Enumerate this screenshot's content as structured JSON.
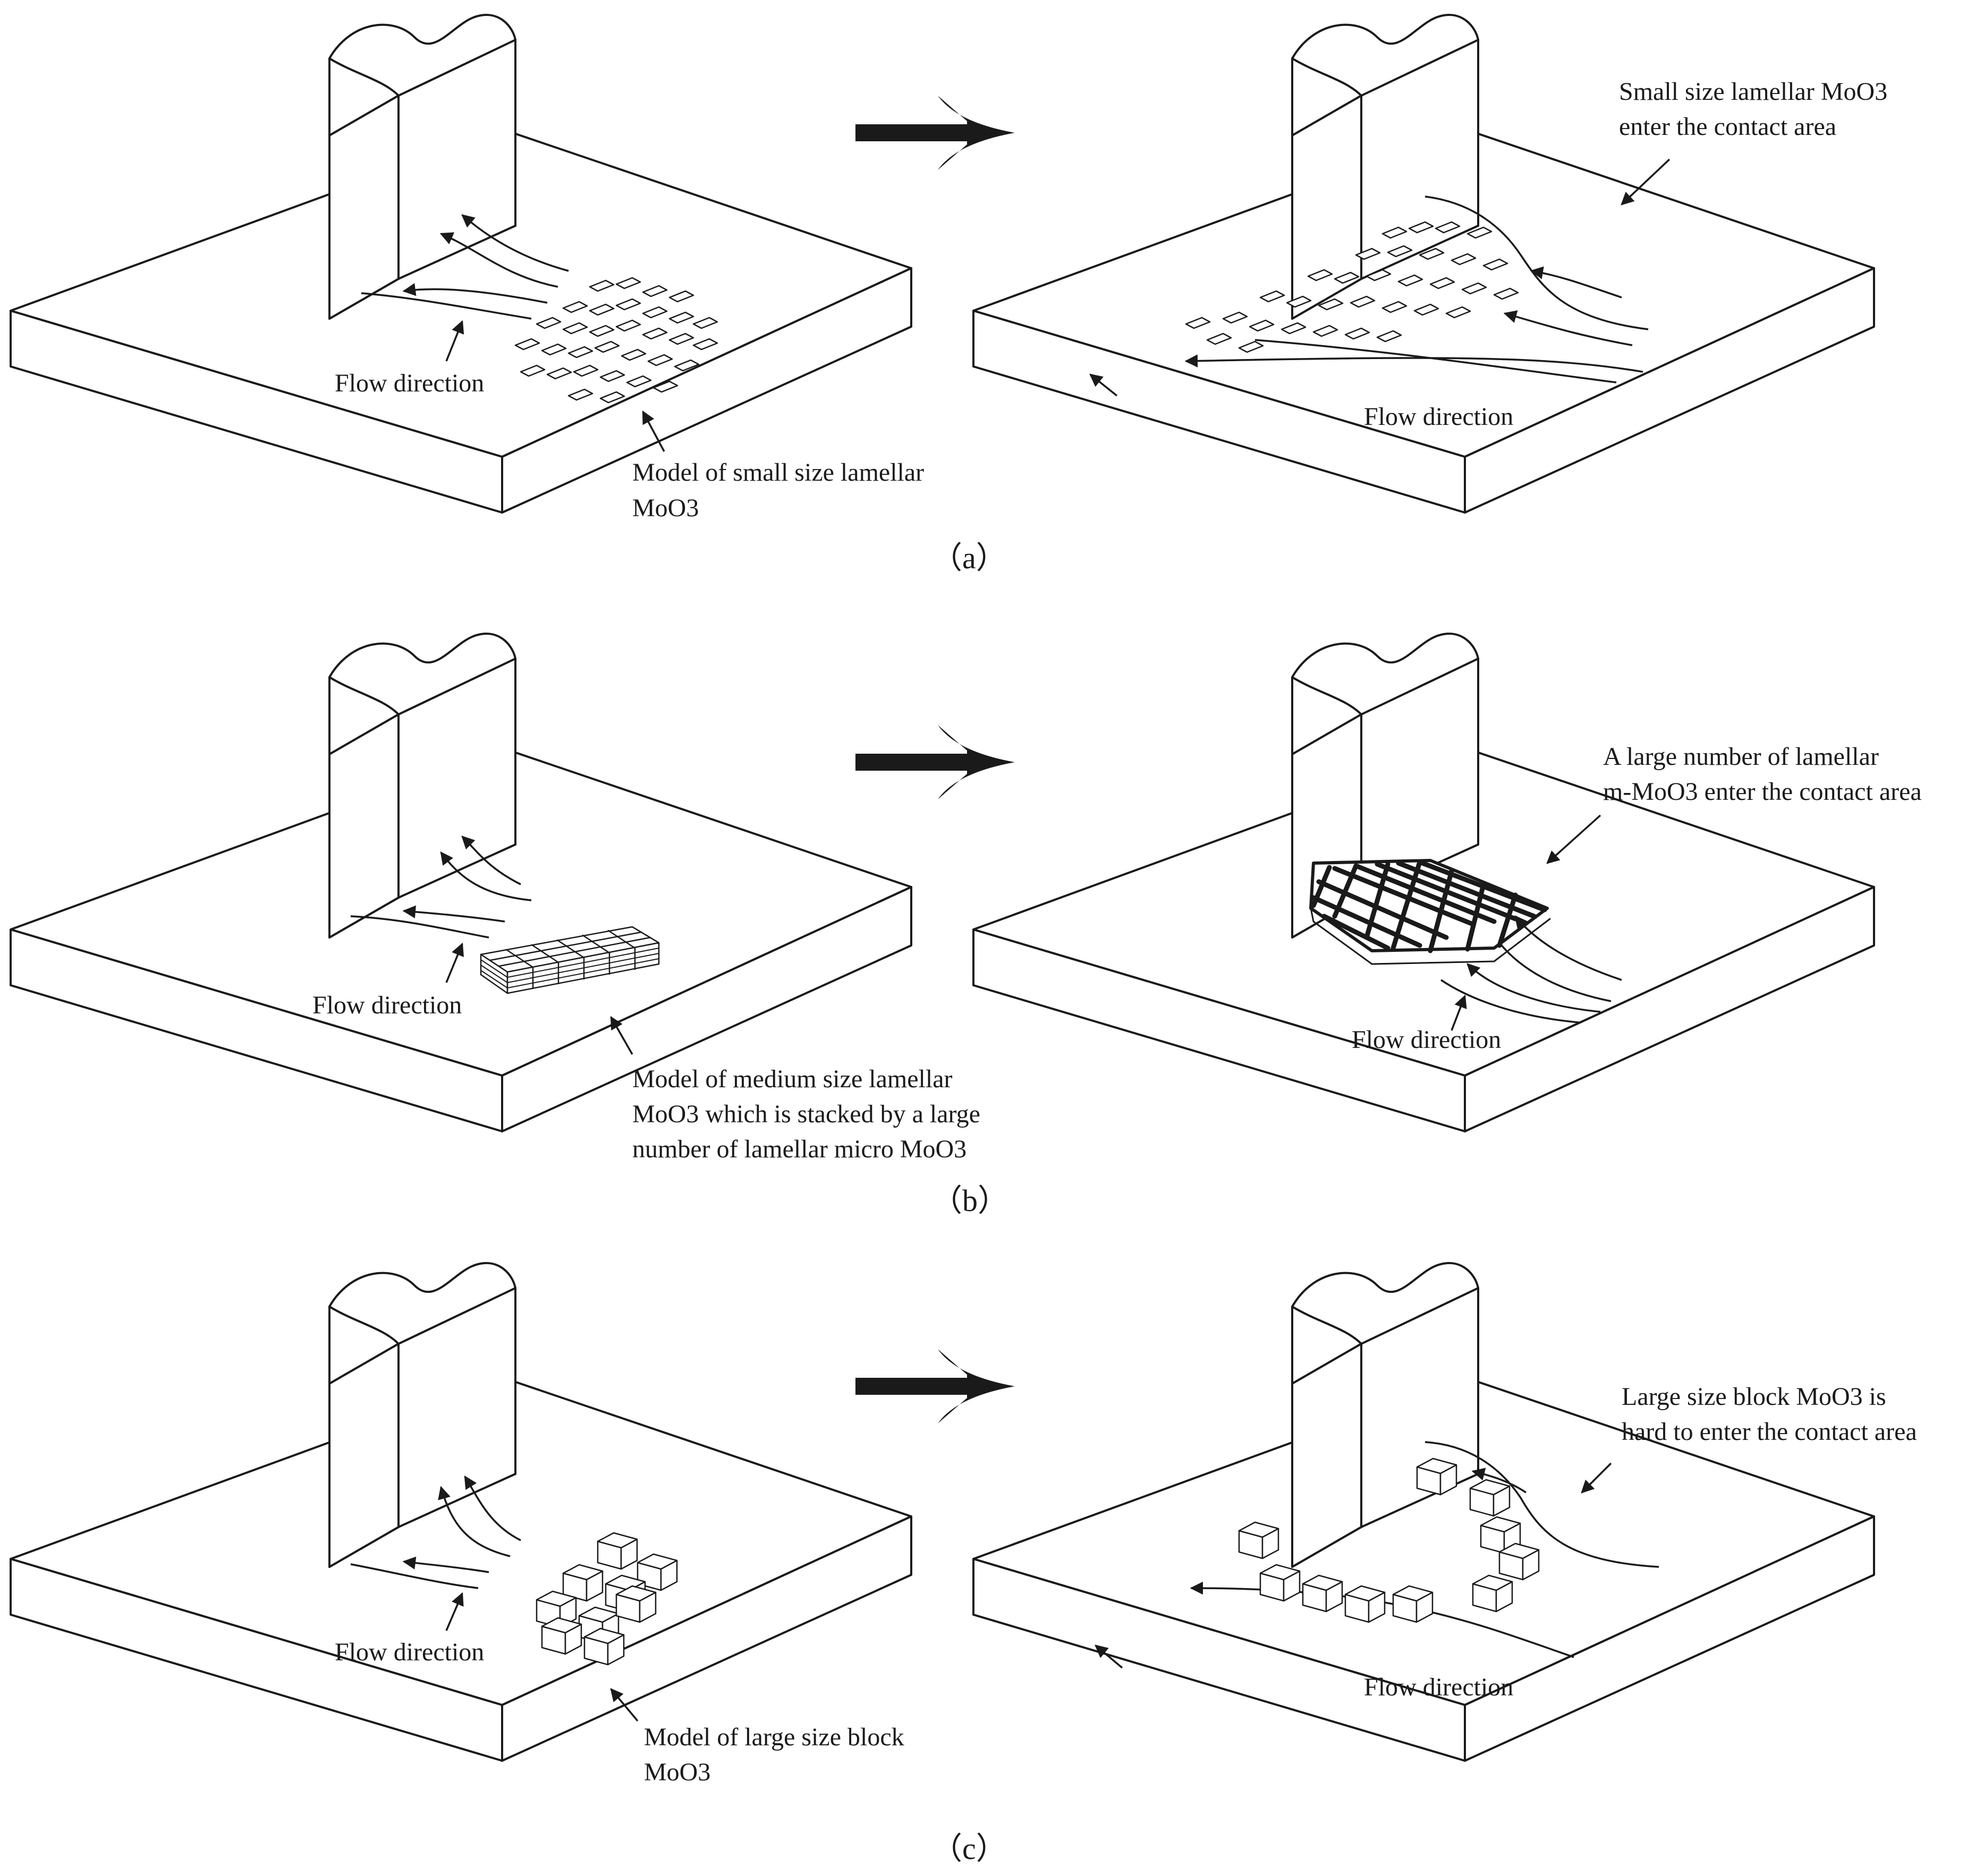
{
  "figure": {
    "rows": [
      {
        "caption": "（a）",
        "left_labels": [
          "Flow direction",
          "Model of small size lamellar",
          "MoO3"
        ],
        "right_labels": [
          "Small size lamellar MoO3",
          "enter the contact area",
          "Flow direction"
        ]
      },
      {
        "caption": "（b）",
        "left_labels": [
          "Flow direction",
          "Model of medium size lamellar",
          "MoO3 which is stacked by a large",
          "number of lamellar micro MoO3"
        ],
        "right_labels": [
          "A large number of lamellar",
          "m-MoO3 enter the contact area",
          "Flow direction"
        ]
      },
      {
        "caption": "（c）",
        "left_labels": [
          "Flow direction",
          "Model of large size block",
          "MoO3"
        ],
        "right_labels": [
          "Large size block MoO3 is",
          "hard to enter the contact area",
          "Flow direction"
        ]
      }
    ],
    "colors": {
      "ink": "#1a1a1a",
      "background": "#ffffff"
    }
  }
}
